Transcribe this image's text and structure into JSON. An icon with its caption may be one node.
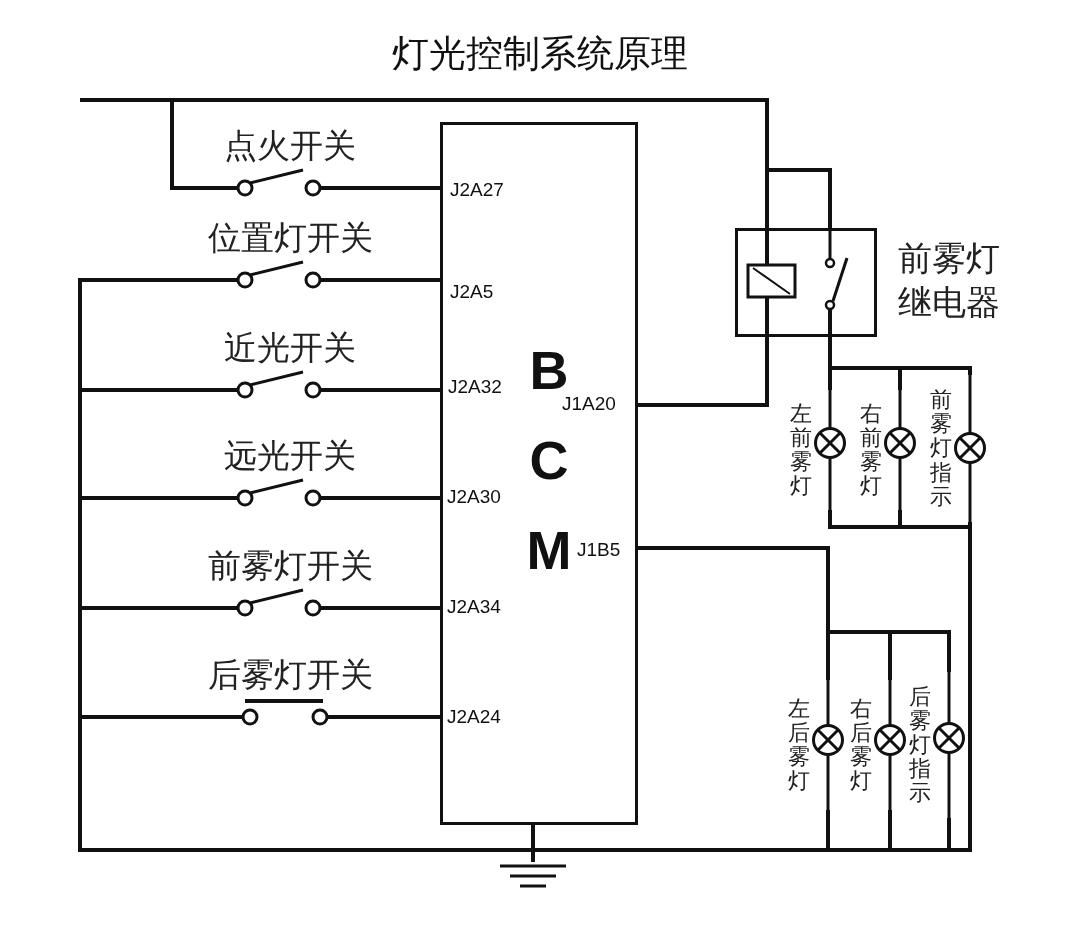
{
  "diagram": {
    "title": "灯光控制系统原理",
    "nodes": [
      {
        "text": [
          "点火开关"
        ]
      },
      {
        "text": [
          "位置灯开关"
        ]
      },
      {
        "text": [
          "近光开关"
        ]
      },
      {
        "text": [
          "远光开关"
        ]
      },
      {
        "text": [
          "前雾灯开关"
        ]
      },
      {
        "text": [
          "后雾灯开关"
        ]
      },
      {
        "text": [
          "BCM"
        ]
      },
      {
        "text": [
          "前雾灯继电器"
        ]
      },
      {
        "text": [
          "左前雾灯"
        ]
      },
      {
        "text": [
          "右前雾灯"
        ]
      },
      {
        "text": [
          "前雾灯指示"
        ]
      },
      {
        "text": [
          "左后雾灯"
        ]
      },
      {
        "text": [
          "右后雾灯"
        ]
      },
      {
        "text": [
          "后雾灯指示"
        ]
      },
      {
        "text": [],
        "shape": "ground"
      }
    ],
    "edges": [
      {
        "from": null,
        "to": 0,
        "arrow": "none"
      },
      {
        "from": null,
        "to": 7,
        "arrow": "none"
      },
      {
        "from": 0,
        "to": 6,
        "arrow": "none"
      },
      {
        "from": 1,
        "to": 6,
        "arrow": "none"
      },
      {
        "from": 2,
        "to": 6,
        "arrow": "none"
      },
      {
        "from": 3,
        "to": 6,
        "arrow": "none"
      },
      {
        "from": 4,
        "to": 6,
        "arrow": "none"
      },
      {
        "from": 5,
        "to": 6,
        "arrow": "none"
      },
      {
        "from": 6,
        "to": 7,
        "arrow": "none"
      },
      {
        "from": 7,
        "to": 8,
        "arrow": "none"
      },
      {
        "from": 7,
        "to": 9,
        "arrow": "none"
      },
      {
        "from": 7,
        "to": 10,
        "arrow": "none"
      },
      {
        "from": 6,
        "to": 11,
        "arrow": "none"
      },
      {
        "from": 6,
        "to": 12,
        "arrow": "none"
      },
      {
        "from": 6,
        "to": 13,
        "arrow": "none"
      },
      {
        "from": 1,
        "to": 14,
        "arrow": "none"
      },
      {
        "from": 2,
        "to": 14,
        "arrow": "none"
      },
      {
        "from": 3,
        "to": 14,
        "arrow": "none"
      },
      {
        "from": 4,
        "to": 14,
        "arrow": "none"
      },
      {
        "from": 5,
        "to": 14,
        "arrow": "none"
      },
      {
        "from": 8,
        "to": 14,
        "arrow": "none"
      },
      {
        "from": 9,
        "to": 14,
        "arrow": "none"
      },
      {
        "from": 10,
        "to": 14,
        "arrow": "none"
      },
      {
        "from": 11,
        "to": 14,
        "arrow": "none"
      },
      {
        "from": 12,
        "to": 14,
        "arrow": "none"
      },
      {
        "from": 13,
        "to": 14,
        "arrow": "none"
      },
      {
        "from": 6,
        "to": 14,
        "arrow": "none"
      }
    ],
    "labels": [
      "J2A27",
      "J2A5",
      "J2A32",
      "J1A20",
      "J2A30",
      "J1B5",
      "J2A34",
      "J2A24"
    ]
  }
}
